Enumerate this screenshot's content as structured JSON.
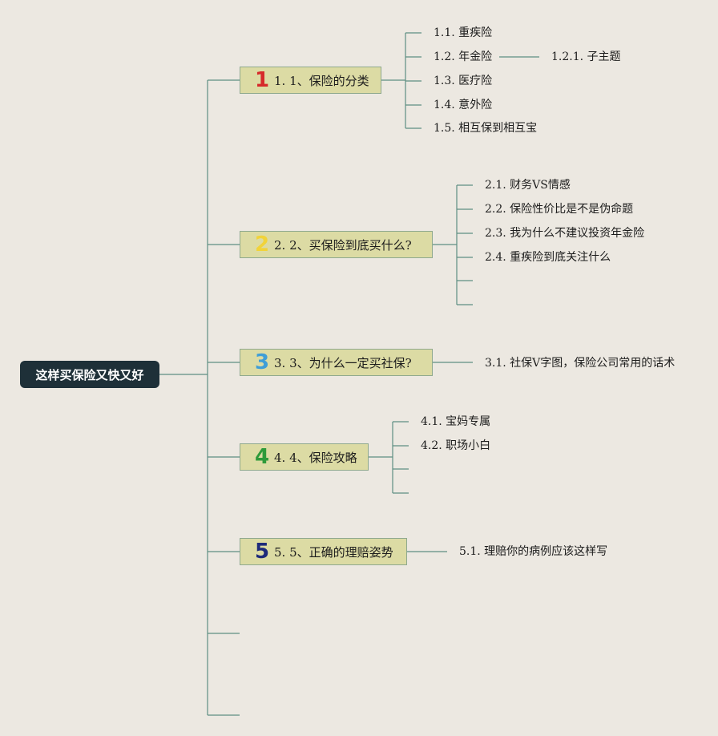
{
  "root": {
    "label": "这样买保险又快又好"
  },
  "topics": [
    {
      "num": "1",
      "num_color": "#d62a2a",
      "label": "1. 1、保险的分类"
    },
    {
      "num": "2",
      "num_color": "#f1d33a",
      "label": "2. 2、买保险到底买什么?"
    },
    {
      "num": "3",
      "num_color": "#3f9ed7",
      "label": "3. 3、为什么一定买社保?"
    },
    {
      "num": "4",
      "num_color": "#2e9a3a",
      "label": "4. 4、保险攻略"
    },
    {
      "num": "5",
      "num_color": "#1e2b7a",
      "label": "5. 5、正确的理赔姿势"
    }
  ],
  "subtopics": {
    "t1": [
      {
        "label": "1.1. 重疾险"
      },
      {
        "label": "1.2. 年金险",
        "child": "1.2.1. 子主题"
      },
      {
        "label": "1.3. 医疗险"
      },
      {
        "label": "1.4. 意外险"
      },
      {
        "label": "1.5. 相互保到相互宝"
      }
    ],
    "t2": [
      {
        "label": "2.1. 财务VS情感"
      },
      {
        "label": "2.2. 保险性价比是不是伪命题"
      },
      {
        "label": "2.3. 我为什么不建议投资年金险"
      },
      {
        "label": "2.4. 重疾险到底关注什么"
      }
    ],
    "t3": [
      {
        "label": "3.1. 社保V字图，保险公司常用的话术"
      }
    ],
    "t4": [
      {
        "label": "4.1. 宝妈专属"
      },
      {
        "label": "4.2. 职场小白"
      }
    ],
    "t5": [
      {
        "label": "5.1. 理赔你的病例应该这样写"
      }
    ]
  },
  "colors": {
    "line": "#5e8f82",
    "topic_fill": "#dcdba4",
    "root_fill": "#1e3038"
  }
}
